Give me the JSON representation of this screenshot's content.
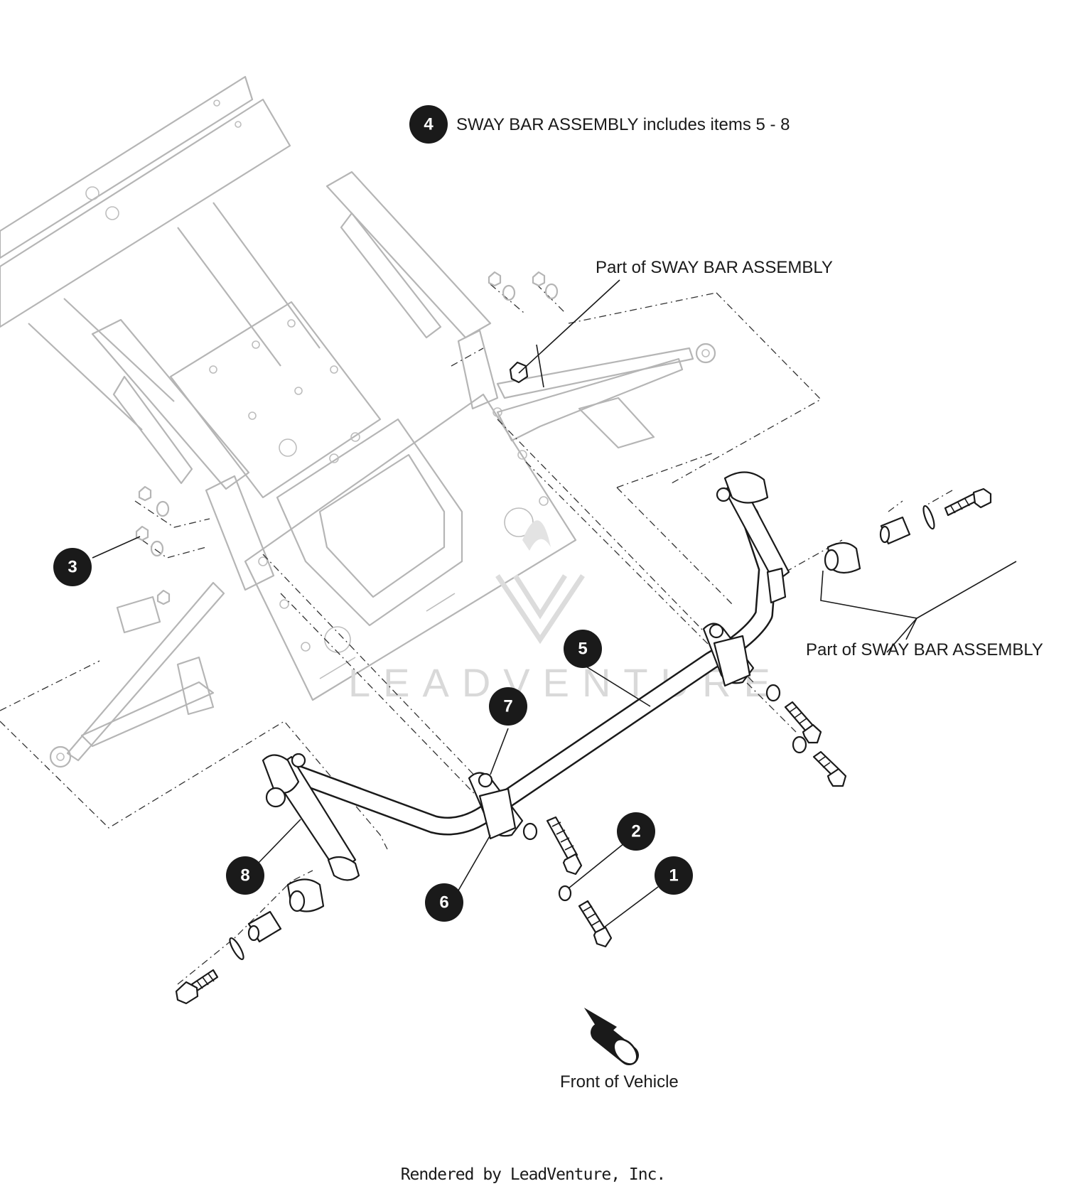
{
  "diagram": {
    "header_balloon": "4",
    "header_text": "SWAY BAR ASSEMBLY includes items 5 - 8",
    "callout_part_top": "Part of SWAY BAR ASSEMBLY",
    "callout_part_right": "Part of SWAY BAR ASSEMBLY",
    "front_label": "Front of Vehicle",
    "watermark": "LEADVENTURE",
    "balloons": [
      "1",
      "2",
      "3",
      "5",
      "6",
      "7",
      "8"
    ],
    "footer": "Rendered by LeadVenture, Inc."
  }
}
